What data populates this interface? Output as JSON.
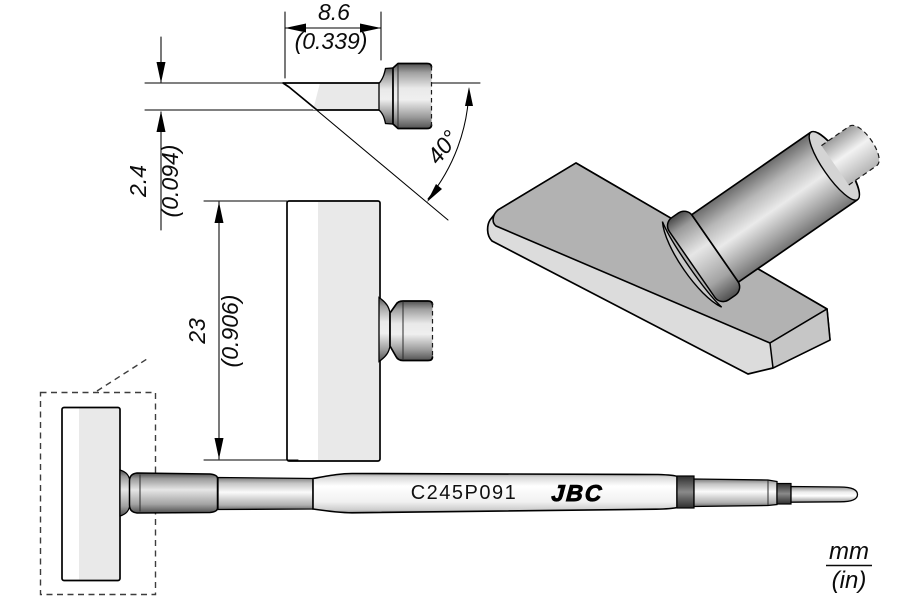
{
  "part": {
    "number": "C245P091",
    "brand": "JBC"
  },
  "dimensions": {
    "blade_length": {
      "mm": "8.6",
      "in": "(0.339)"
    },
    "blade_thickness": {
      "mm": "2.4",
      "in": "(0.094)"
    },
    "blade_width": {
      "mm": "23",
      "in": "(0.906)"
    },
    "bevel_angle": "40°"
  },
  "units": {
    "mm": "mm",
    "in": "(in)"
  },
  "colors": {
    "line": "#000000",
    "face_gray": "#e9e9e9",
    "top_face": "#b2b2b2",
    "bevel_face": "#dcdcdc",
    "end_face": "#c6c6c6",
    "background": "#ffffff"
  }
}
